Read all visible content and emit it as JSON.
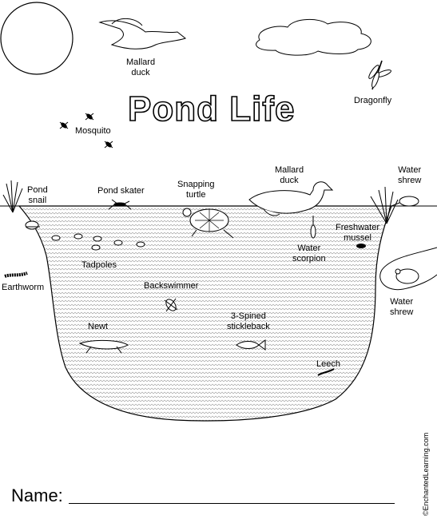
{
  "title": "Pond Life",
  "labels": {
    "mallard_duck_sky": "Mallard\nduck",
    "dragonfly": "Dragonfly",
    "mosquito": "Mosquito",
    "pond_snail": "Pond\nsnail",
    "pond_skater": "Pond skater",
    "snapping_turtle": "Snapping\nturtle",
    "mallard_duck_water": "Mallard\nduck",
    "water_shrew_top": "Water\nshrew",
    "freshwater_mussel": "Freshwater\nmussel",
    "water_scorpion": "Water\nscorpion",
    "tadpoles": "Tadpoles",
    "earthworm": "Earthworm",
    "backswimmer": "Backswimmer",
    "water_shrew_right": "Water\nshrew",
    "newt": "Newt",
    "stickleback": "3-Spined\nstickleback",
    "leech": "Leech"
  },
  "name_label": "Name:",
  "credit": "©EnchantedLearning.com"
}
